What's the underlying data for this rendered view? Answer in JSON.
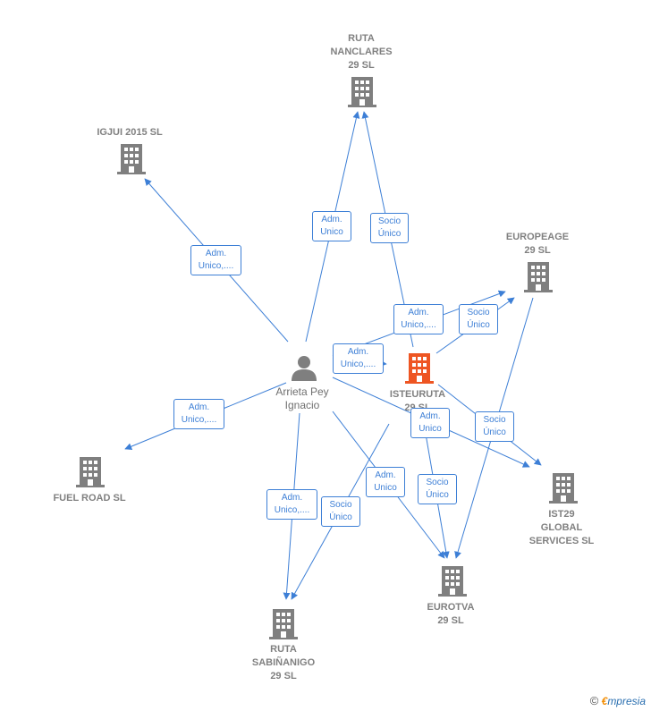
{
  "colors": {
    "edge": "#3d7fd6",
    "company": "#7f7f7f",
    "focal": "#ee5522",
    "person": "#7f7f7f"
  },
  "nodes": [
    {
      "id": "ruta-nanclares",
      "label": "RUTA\nNANCLARES\n29  SL",
      "icon": "building-icon"
    },
    {
      "id": "igjui",
      "label": "IGJUI 2015  SL",
      "icon": "building-icon"
    },
    {
      "id": "europeage",
      "label": "EUROPEAGE\n29  SL",
      "icon": "building-icon"
    },
    {
      "id": "isteuruta",
      "label": "ISTEURUTA\n29  SL",
      "icon": "building-icon"
    },
    {
      "id": "arrieta",
      "label": "Arrieta Pey\nIgnacio",
      "icon": "person-icon"
    },
    {
      "id": "fuel-road",
      "label": "FUEL ROAD  SL",
      "icon": "building-icon"
    },
    {
      "id": "ist29",
      "label": "IST29\nGLOBAL\nSERVICES SL",
      "icon": "building-icon"
    },
    {
      "id": "eurotva",
      "label": "EUROTVA\n29  SL",
      "icon": "building-icon"
    },
    {
      "id": "ruta-sabinanigo",
      "label": "RUTA\nSABIÑANIGO\n29  SL",
      "icon": "building-icon"
    }
  ],
  "edge_labels": [
    "Adm.\nUnico",
    "Socio\nÚnico",
    "Adm.\nUnico,....",
    "Adm.\nUnico,....",
    "Socio\nÚnico",
    "Adm.\nUnico,....",
    "Adm.\nUnico,....",
    "Adm.\nUnico",
    "Socio\nÚnico",
    "Adm.\nUnico",
    "Socio\nÚnico",
    "Adm.\nUnico,....",
    "Socio\nÚnico"
  ],
  "footer": {
    "copyright": "©",
    "brand_first": "€",
    "brand_rest": "mpresia"
  }
}
